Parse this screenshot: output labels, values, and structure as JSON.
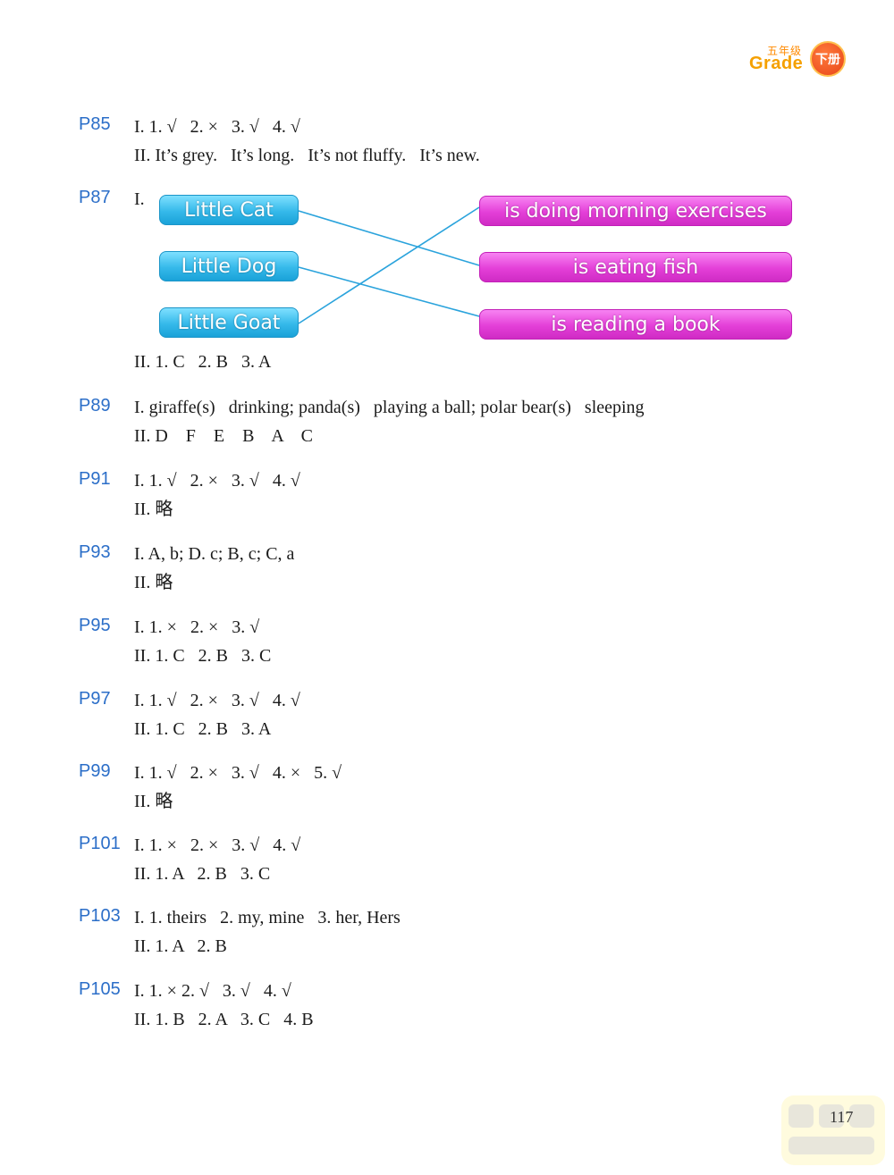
{
  "badge": {
    "grade_cn": "五年级",
    "grade_en": "Grade",
    "volume": "下册"
  },
  "sections": [
    {
      "page": "P85",
      "lines": [
        "I. 1. √   2. ×   3. √   4. √",
        "II. It’s grey.   It’s long.   It’s not fluffy.   It’s new."
      ]
    },
    {
      "page": "P87",
      "lines": [
        "I."
      ],
      "after_lines": [
        "II. 1. C   2. B   3. A"
      ]
    },
    {
      "page": "P89",
      "lines": [
        "I. giraffe(s)   drinking; panda(s)   playing a ball; polar bear(s)   sleeping",
        "II. D    F    E    B    A    C"
      ]
    },
    {
      "page": "P91",
      "lines": [
        "I. 1. √   2. ×   3. √   4. √",
        "II. 略"
      ]
    },
    {
      "page": "P93",
      "lines": [
        "I. A, b; D. c; B, c; C, a",
        "II. 略"
      ]
    },
    {
      "page": "P95",
      "lines": [
        "I. 1. ×   2. ×   3. √",
        "II. 1. C   2. B   3. C"
      ]
    },
    {
      "page": "P97",
      "lines": [
        "I. 1. √   2. ×   3. √   4. √",
        "II. 1. C   2. B   3. A"
      ]
    },
    {
      "page": "P99",
      "lines": [
        "I. 1. √   2. ×   3. √   4. ×   5. √",
        "II. 略"
      ]
    },
    {
      "page": "P101",
      "lines": [
        "I. 1. ×   2. ×   3. √   4. √",
        "II. 1. A   2. B   3. C"
      ]
    },
    {
      "page": "P103",
      "lines": [
        "I. 1. theirs   2. my, mine   3. her, Hers",
        "II. 1. A   2. B"
      ]
    },
    {
      "page": "P105",
      "lines": [
        "I. 1. × 2. √   3. √   4. √",
        "II. 1. B   2. A   3. C   4. B"
      ]
    }
  ],
  "matching": {
    "left": [
      "Little Cat",
      "Little Dog",
      "Little Goat"
    ],
    "right": [
      "is doing morning exercises",
      "is eating fish",
      "is reading a book"
    ],
    "pairs": [
      [
        0,
        1
      ],
      [
        1,
        2
      ],
      [
        2,
        0
      ]
    ],
    "left_color": "#35b9ea",
    "right_color": "#e43fd8",
    "line_color": "#2aa3dc"
  },
  "page_number": "117"
}
